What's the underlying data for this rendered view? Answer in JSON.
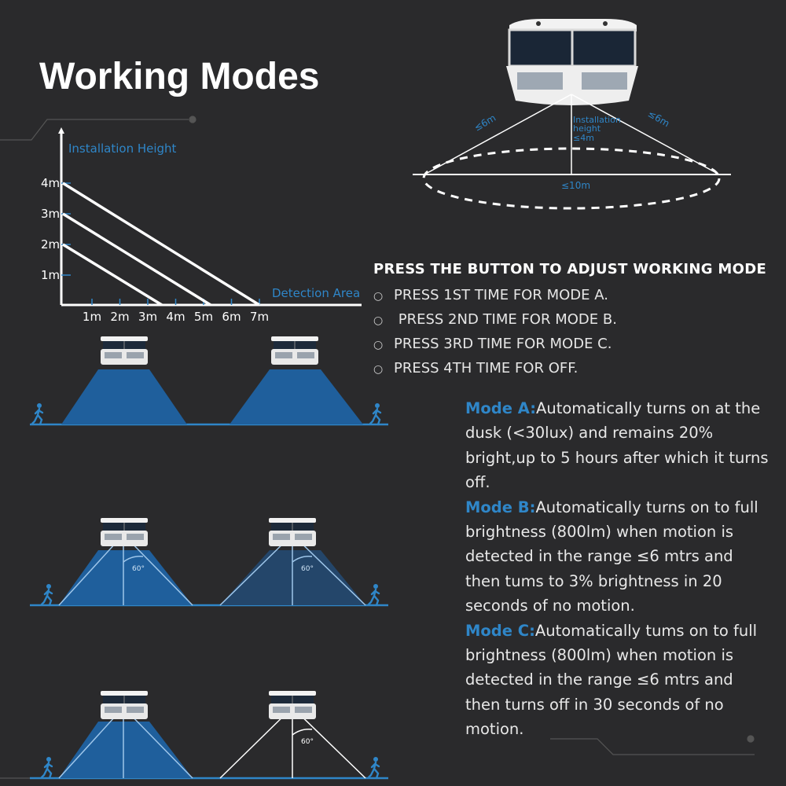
{
  "title": "Working Modes",
  "chart": {
    "ylabel": "Installation Height",
    "xlabel": "Detection Area",
    "yticks": [
      "1m",
      "2m",
      "3m",
      "4m"
    ],
    "xticks": [
      "1m",
      "2m",
      "3m",
      "4m",
      "5m",
      "6m",
      "7m"
    ]
  },
  "top_diagram": {
    "left_side": "≤6m",
    "right_side": "≤6m",
    "height_line1": "Installation",
    "height_line2": "height",
    "height_line3": "≤4m",
    "diameter": "≤10m"
  },
  "angle_label": "60°",
  "press": {
    "title": "PRESS THE BUTTON TO ADJUST WORKING MODE",
    "items": [
      "PRESS 1ST TIME FOR MODE A.",
      " PRESS 2ND TIME FOR MODE B.",
      "PRESS 3RD TIME FOR MODE C.",
      "PRESS 4TH TIME FOR OFF."
    ]
  },
  "modes": {
    "a_label": "Mode A:",
    "a_text": "Automatically turns on at the dusk (<30lux) and remains 20% bright,up to 5 hours after which it turns off.",
    "b_label": "Mode B:",
    "b_text": "Automatically turns on to full brightness (800lm) when motion is detected in the range ≤6 mtrs and then tums to 3% brightness in 20 seconds of no motion.",
    "c_label": "Mode C:",
    "c_text": "Automatically tums on to full brightness (800lm) when motion is detected in the range ≤6 mtrs and then turns off in 30 seconds of no motion."
  },
  "colors": {
    "background": "#2a2a2c",
    "accent_blue": "#2f86c8",
    "beam_blue": "#1f5f9c",
    "beam_dim": "#24466a"
  }
}
